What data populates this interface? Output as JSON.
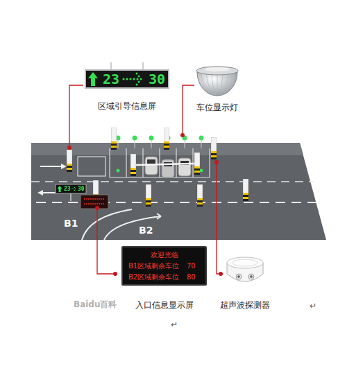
{
  "diagram": {
    "nodes": [
      {
        "text": [
          "23",
          "30",
          "区域引导信息屏"
        ]
      },
      {
        "text": [
          "车位显示灯"
        ]
      },
      {
        "text": [
          "欢迎光临",
          "B1区域剩余车位",
          "70",
          "B2区域剩余车位",
          "80",
          "入口信息显示屏"
        ]
      },
      {
        "text": [
          "超声波探测器"
        ]
      }
    ],
    "labels": [
      "23",
      "30",
      "B1",
      "B2",
      "Baidu百科",
      "↵",
      "↵"
    ]
  }
}
